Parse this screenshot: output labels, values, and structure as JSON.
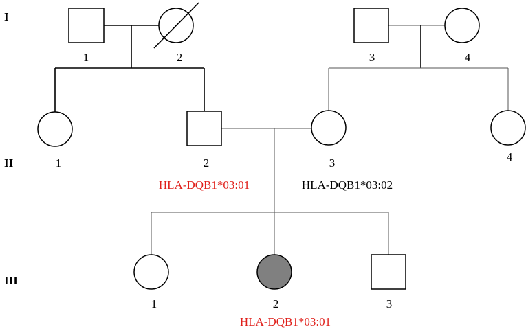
{
  "generations": [
    "I",
    "II",
    "III"
  ],
  "gen1": {
    "ind1": "1",
    "ind2": "2",
    "ind3": "3",
    "ind4": "4"
  },
  "gen2": {
    "ind1": "1",
    "ind2": "2",
    "ind3": "3",
    "ind4": "4"
  },
  "gen3": {
    "ind1": "1",
    "ind2": "2",
    "ind3": "3"
  },
  "genotypes": {
    "gen2_ind2": "HLA-DQB1*03:01",
    "gen2_ind3": "HLA-DQB1*03:02",
    "gen3_ind2": "HLA-DQB1*03:01"
  },
  "colors": {
    "affected_fill": "#808080",
    "pathogenic_text": "#e0201b",
    "normal_text": "#000000"
  }
}
